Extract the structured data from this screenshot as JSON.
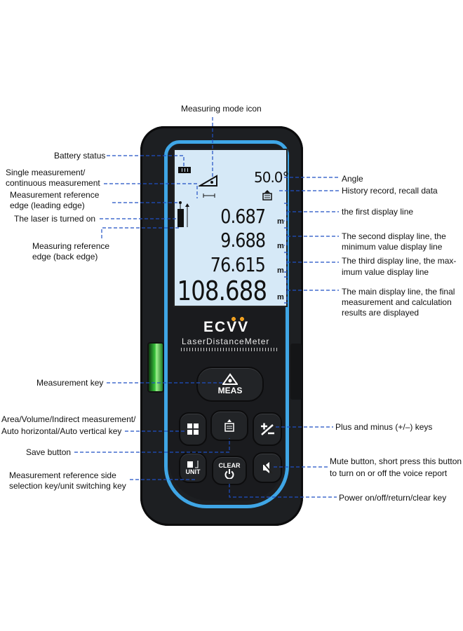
{
  "device": {
    "brand": "ECVV",
    "model_text": "LaserDistanceMeter",
    "display": {
      "angle": "50.0°",
      "line1": "0.687",
      "line2": "9.688",
      "line3": "76.615",
      "main": "108.688",
      "unit": "m"
    },
    "keys": {
      "meas": "MEAS",
      "unit": "UNIT",
      "clear": "CLEAR"
    }
  },
  "labels": {
    "mode_icon": "Measuring mode icon",
    "battery": "Battery status",
    "single_1": "Single measurement/",
    "single_2": "continuous measurement",
    "lead_1": "Measurement reference",
    "lead_2": "edge (leading edge)",
    "laser_on": "The laser is turned on",
    "back_1": "Measuring reference",
    "back_2": "edge (back edge)",
    "angle": "Angle",
    "history": "History record, recall data",
    "first": "the first display line",
    "second_1": "The second display line, the",
    "second_2": "minimum value display line",
    "third_1": "The third display line, the max-",
    "third_2": "imum value display line",
    "main_1": "The main display line, the final",
    "main_2": "measurement and calculation",
    "main_3": "results are displayed",
    "meas_key": "Measurement key",
    "area_1": "Area/Volume/Indirect measurement/",
    "area_2": "Auto horizontal/Auto vertical key",
    "save": "Save button",
    "ref_1": "Measurement reference side",
    "ref_2": "selection key/unit switching key",
    "plusminus": "Plus and minus (+/–) keys",
    "mute_1": "Mute button, short press this button",
    "mute_2": "to turn on or off the voice report",
    "power": "Power on/off/return/clear key"
  },
  "colors": {
    "accent": "#3fa6e6",
    "leader": "#1f4fc4",
    "screen": "#d6e9f7"
  }
}
